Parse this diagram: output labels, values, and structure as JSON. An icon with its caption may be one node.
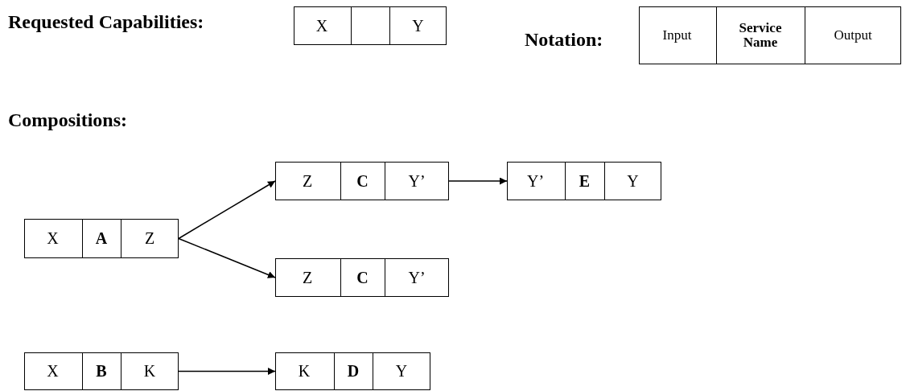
{
  "diagram": {
    "nodes": [
      {
        "text": [],
        "shape": "box"
      },
      {
        "text": [
          "X"
        ],
        "in": 0
      },
      {
        "text": [],
        "shape": "box",
        "in": 0
      },
      {
        "text": [
          "Y"
        ],
        "in": 0
      },
      {
        "text": [],
        "shape": "box"
      },
      {
        "text": [
          "Input"
        ],
        "in": 4
      },
      {
        "text": [
          "Service Name"
        ],
        "in": 4
      },
      {
        "text": [
          "Output"
        ],
        "in": 4
      },
      {
        "text": [],
        "shape": "box"
      },
      {
        "text": [
          "X"
        ],
        "in": 8
      },
      {
        "text": [
          "A"
        ],
        "in": 8
      },
      {
        "text": [
          "Z"
        ],
        "in": 8
      },
      {
        "text": [],
        "shape": "box"
      },
      {
        "text": [
          "Z"
        ],
        "in": 12
      },
      {
        "text": [
          "C"
        ],
        "in": 12
      },
      {
        "text": [
          "Y’"
        ],
        "in": 12
      },
      {
        "text": [],
        "shape": "box"
      },
      {
        "text": [
          "Y’"
        ],
        "in": 16
      },
      {
        "text": [
          "E"
        ],
        "in": 16
      },
      {
        "text": [
          "Y"
        ],
        "in": 16
      },
      {
        "text": [],
        "shape": "box"
      },
      {
        "text": [
          "Z"
        ],
        "in": 20
      },
      {
        "text": [
          "C"
        ],
        "in": 20
      },
      {
        "text": [
          "Y’"
        ],
        "in": 20
      },
      {
        "text": [],
        "shape": "box"
      },
      {
        "text": [
          "X"
        ],
        "in": 24
      },
      {
        "text": [
          "B"
        ],
        "in": 24
      },
      {
        "text": [
          "K"
        ],
        "in": 24
      },
      {
        "text": [],
        "shape": "box"
      },
      {
        "text": [
          "K"
        ],
        "in": 28
      },
      {
        "text": [
          "D"
        ],
        "in": 28
      },
      {
        "text": [
          "Y"
        ],
        "in": 28
      }
    ],
    "edges": [
      {
        "from": 8,
        "to": 12,
        "arrow": "to"
      },
      {
        "from": 8,
        "to": 20,
        "arrow": "to"
      },
      {
        "from": 12,
        "to": 16,
        "arrow": "to"
      },
      {
        "from": 24,
        "to": 28,
        "arrow": "to"
      }
    ],
    "labels": [
      "Requested Capabilities:",
      "Notation:",
      "Compositions:"
    ]
  }
}
